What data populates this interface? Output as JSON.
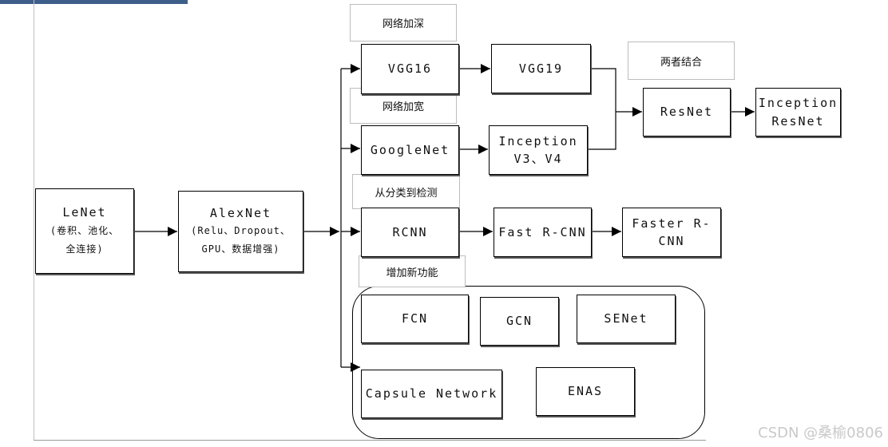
{
  "nodes": {
    "lenet": {
      "title": "LeNet",
      "line2": "(卷积、池化、",
      "line3": "全连接)"
    },
    "alexnet": {
      "title": "AlexNet",
      "line2": "(Relu、Dropout、",
      "line3": "GPU、数据增强)"
    },
    "vgg16": "VGG16",
    "vgg19": "VGG19",
    "googlenet": "GoogleNet",
    "inception_v3v4": {
      "line1": "Inception",
      "line2": "V3、V4"
    },
    "resnet": "ResNet",
    "inception_resnet": {
      "line1": "Inception",
      "line2": "ResNet"
    },
    "rcnn": "RCNN",
    "fast_rcnn": "Fast R-CNN",
    "faster_rcnn": "Faster R-CNN",
    "fcn": "FCN",
    "gcn": "GCN",
    "senet": "SENet",
    "capsule": "Capsule Network",
    "enas": "ENAS"
  },
  "labels": {
    "deepen": "网络加深",
    "widen": "网络加宽",
    "combine": "两者结合",
    "detection": "从分类到检测",
    "new_features": "增加新功能"
  },
  "watermark": "CSDN @桑榆0806"
}
